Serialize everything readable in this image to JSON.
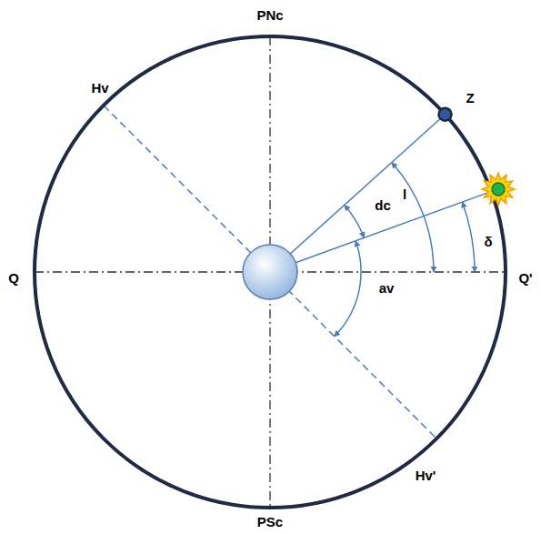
{
  "diagram": {
    "labels": [
      "PNc",
      "Hv",
      "Z",
      "dc",
      "l",
      "δ",
      "Q",
      "Q'",
      "av",
      "Hv'",
      "PSc"
    ]
  }
}
